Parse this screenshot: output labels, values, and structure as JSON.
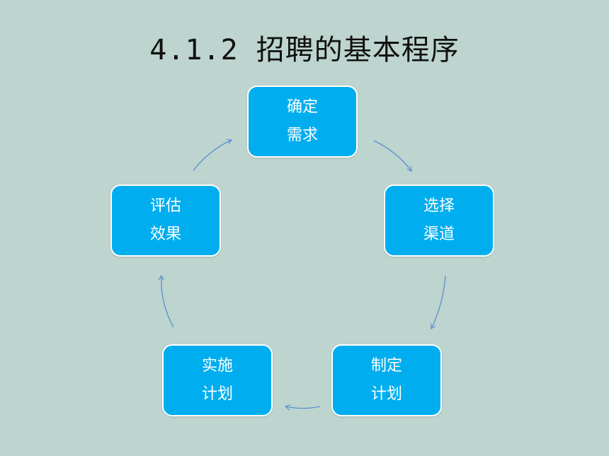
{
  "slide": {
    "title": "4.1.2 招聘的基本程序"
  },
  "cycle": {
    "nodes": [
      {
        "line1": "确定",
        "line2": "需求"
      },
      {
        "line1": "选择",
        "line2": "渠道"
      },
      {
        "line1": "制定",
        "line2": "计划"
      },
      {
        "line1": "实施",
        "line2": "计划"
      },
      {
        "line1": "评估",
        "line2": "效果"
      }
    ]
  },
  "colors": {
    "background": "#bdd4cf",
    "node_fill": "#00aeef",
    "node_border": "#ffffff",
    "arrow": "#5b8fd0",
    "title": "#111111"
  }
}
